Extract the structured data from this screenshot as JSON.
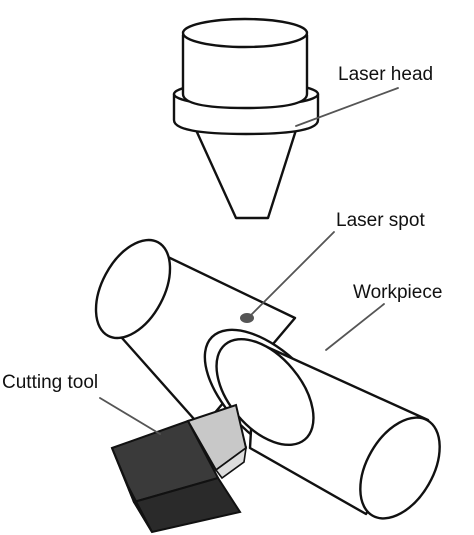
{
  "labels": {
    "laser_head": "Laser head",
    "laser_spot": "Laser spot",
    "workpiece": "Workpiece",
    "cutting_tool": "Cutting tool"
  },
  "colors": {
    "outline": "#111111",
    "leader": "#555555",
    "laser_spot": "#555555",
    "tool_dark": "#3a3a3a",
    "tool_insert": "#c8c8c8"
  }
}
